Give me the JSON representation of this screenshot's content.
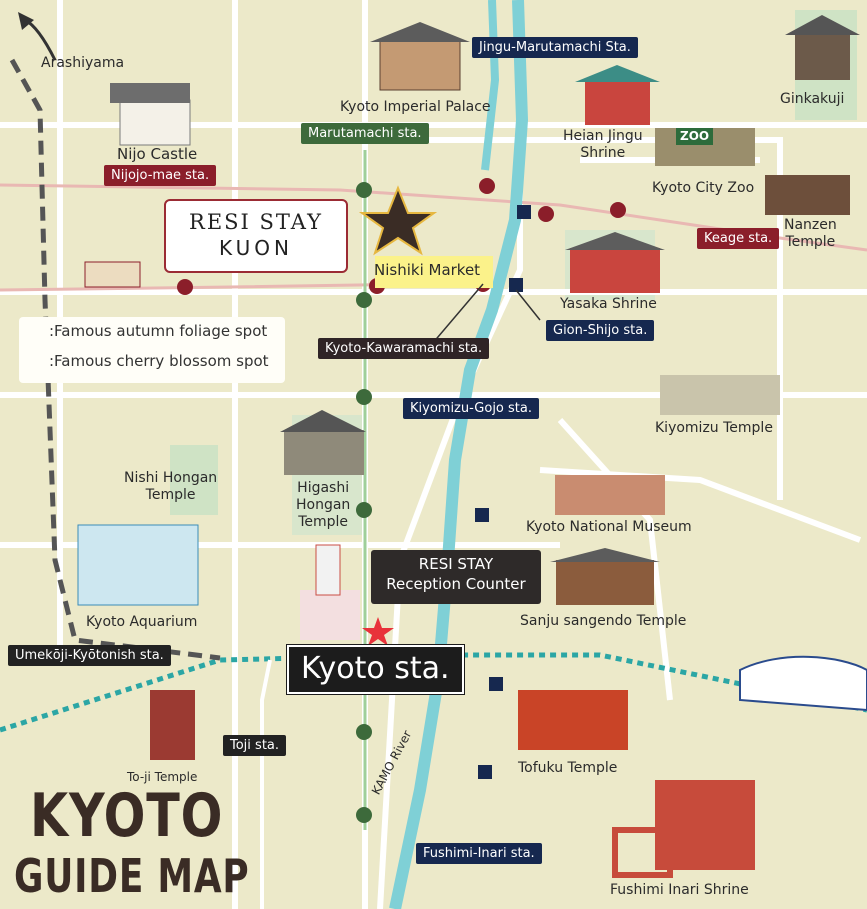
{
  "map": {
    "title_line1": "KYOTO",
    "title_line2": "GUIDE MAP",
    "brand": {
      "name": "RESI STAY",
      "sub": "KUON"
    },
    "reception": {
      "line1": "RESI STAY",
      "line2": "Reception Counter"
    },
    "river_label": "KAMO River",
    "legend": {
      "autumn": ":Famous autumn foliage spot",
      "cherry": ":Famous cherry blossom spot"
    },
    "places": {
      "arashiyama": "Arashiyama",
      "nijo_castle": "Nijo Castle",
      "imperial_palace": "Kyoto Imperial Palace",
      "ginkakuji": "Ginkakuji",
      "heian_jingu": "Heian Jingu\nShrine",
      "city_zoo": "Kyoto City Zoo",
      "nanzen": "Nanzen\nTemple",
      "nishiki": "Nishiki Market",
      "yasaka": "Yasaka Shrine",
      "kiyomizu": "Kiyomizu Temple",
      "nishi_hongan": "Nishi Hongan\nTemple",
      "higashi_hongan": "Higashi\nHongan\nTemple",
      "national_museum": "Kyoto National Museum",
      "aquarium": "Kyoto Aquarium",
      "sanju": "Sanju sangendo Temple",
      "toji_temple": "To-ji Temple",
      "tofuku": "Tofuku Temple",
      "fushimi_shrine": "Fushimi Inari Shrine",
      "zoo_sign": "ZOO"
    },
    "stations": {
      "jingu": "Jingu-Marutamachi Sta.",
      "marutamachi": "Marutamachi sta.",
      "nijojo": "Nijojo-mae sta.",
      "keage": "Keage sta.",
      "gion": "Gion-Shijo sta.",
      "kawaramachi": "Kyoto-Kawaramachi sta.",
      "kiyomizu_gojo": "Kiyomizu-Gojo sta.",
      "umekoji": "Umekōji-Kyōtonish sta.",
      "kyoto": "Kyoto sta.",
      "toji": "Toji sta.",
      "fushimi_inari": "Fushimi-Inari sta."
    },
    "colors": {
      "land": "#ece9c9",
      "road": "#ffffff",
      "river": "#7fd0d6",
      "subway_green": "#3d6a3b",
      "subway_red": "#8b1e2a",
      "station_navy": "#16284f",
      "nishiki_yellow": "#fbf28a"
    },
    "icons": [
      "autumn-leaf-icon",
      "cherry-blossom-icon",
      "star-icon",
      "train-icon",
      "shinkansen-icon",
      "arrow-icon"
    ]
  }
}
